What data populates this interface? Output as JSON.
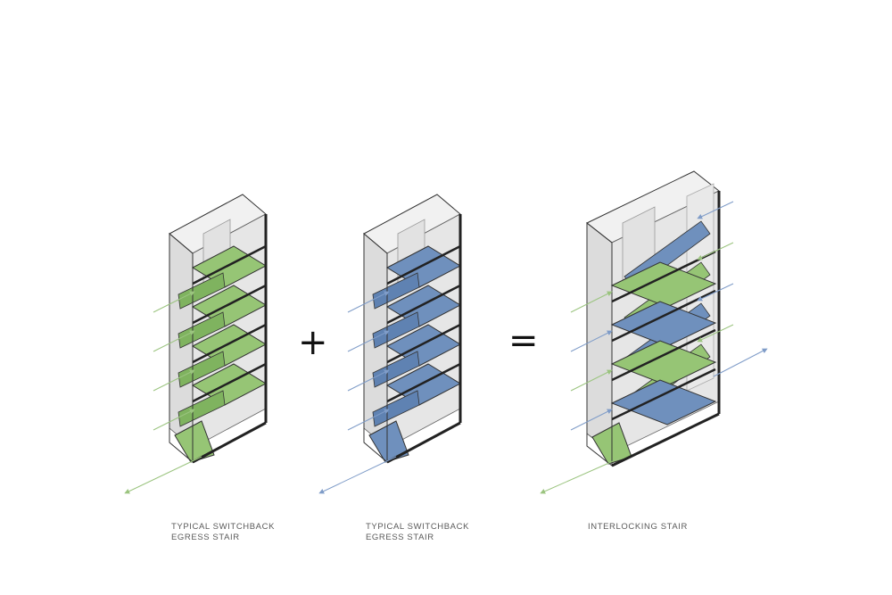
{
  "colors": {
    "green": "#96c575",
    "green_dark": "#6fa157",
    "blue": "#6f90bd",
    "blue_dark": "#4f6f9c",
    "shaft_fill": "#ececec",
    "edge": "#333333",
    "arrow_green": "#9bc47f",
    "arrow_blue": "#7f9cc8"
  },
  "operators": {
    "plus": "+",
    "equals": "="
  },
  "diagrams": [
    {
      "id": "switchback-green",
      "flight_color": "green",
      "caption": [
        "TYPICAL SWITCHBACK",
        "EGRESS STAIR"
      ]
    },
    {
      "id": "switchback-blue",
      "flight_color": "blue",
      "caption": [
        "TYPICAL SWITCHBACK",
        "EGRESS STAIR"
      ]
    },
    {
      "id": "interlocking",
      "flight_color": "green+blue",
      "caption": [
        "INTERLOCKING STAIR"
      ]
    }
  ]
}
